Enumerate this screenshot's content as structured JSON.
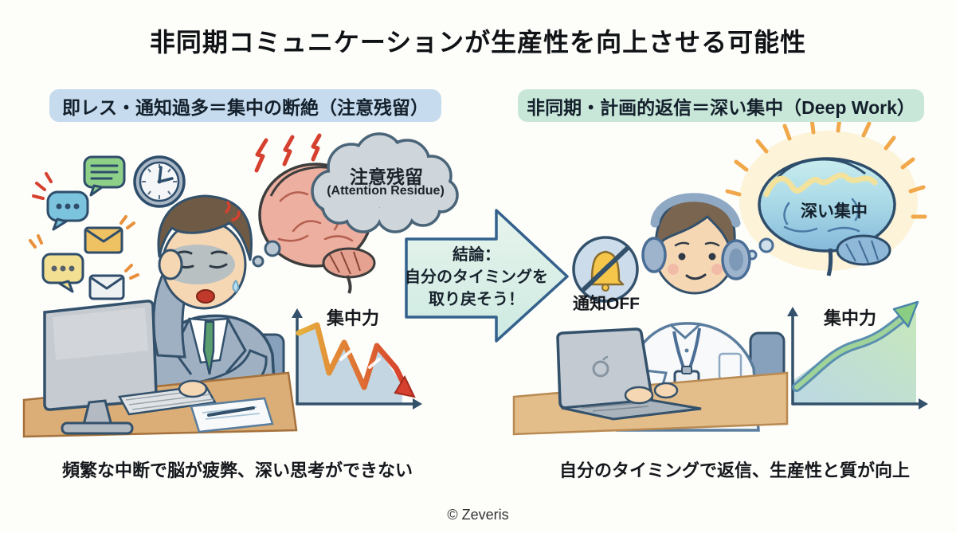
{
  "title": "非同期コミュニケーションが生産性を向上させる可能性",
  "left_panel": {
    "header": "即レス・通知過多＝集中の断絶（注意残留）",
    "cloud_label_ja": "注意残留",
    "cloud_label_en": "(Attention Residue)",
    "chart_label": "集中力",
    "caption": "頻繁な中断で脳が疲弊、深い思考ができない"
  },
  "conclusion_arrow": {
    "line1": "結論：",
    "line2": "自分のタイミングを",
    "line3": "取り戻そう！"
  },
  "right_panel": {
    "header": "非同期・計画的返信＝深い集中（Deep Work）",
    "notification_badge": "通知OFF",
    "brain_label": "深い集中",
    "chart_label": "集中力",
    "caption": "自分のタイミングで返信、生産性と質が向上"
  },
  "footer": {
    "credit": "© Zeveris"
  },
  "icons": {
    "left_scene": [
      "chat-bubble-lines-icon",
      "chat-bubble-dots-icon",
      "mail-icon",
      "clock-icon",
      "chat-bubble-dots-icon",
      "mail-icon",
      "lightning-icon",
      "stressed-brain-icon",
      "thought-cloud-icon",
      "declining-chart-icon"
    ],
    "right_scene": [
      "notification-off-bell-icon",
      "headphones-icon",
      "calm-brain-icon",
      "glow-icon",
      "rising-chart-icon"
    ]
  },
  "colors": {
    "background": "#fdfdfa",
    "left_header_bg": "#c6dcee",
    "right_header_bg": "#c9e7d9",
    "arrow_fill": "#ddefe7",
    "outline": "#33516b",
    "decline_start": "#e6a23c",
    "decline_end": "#d6402e",
    "rise_green": "#8ccd84",
    "left_brain_pink": "#edaf9f",
    "right_brain_blue": "#9fd0e0",
    "desk_tan": "#dcae77",
    "bell_yellow": "#f5c64a"
  }
}
